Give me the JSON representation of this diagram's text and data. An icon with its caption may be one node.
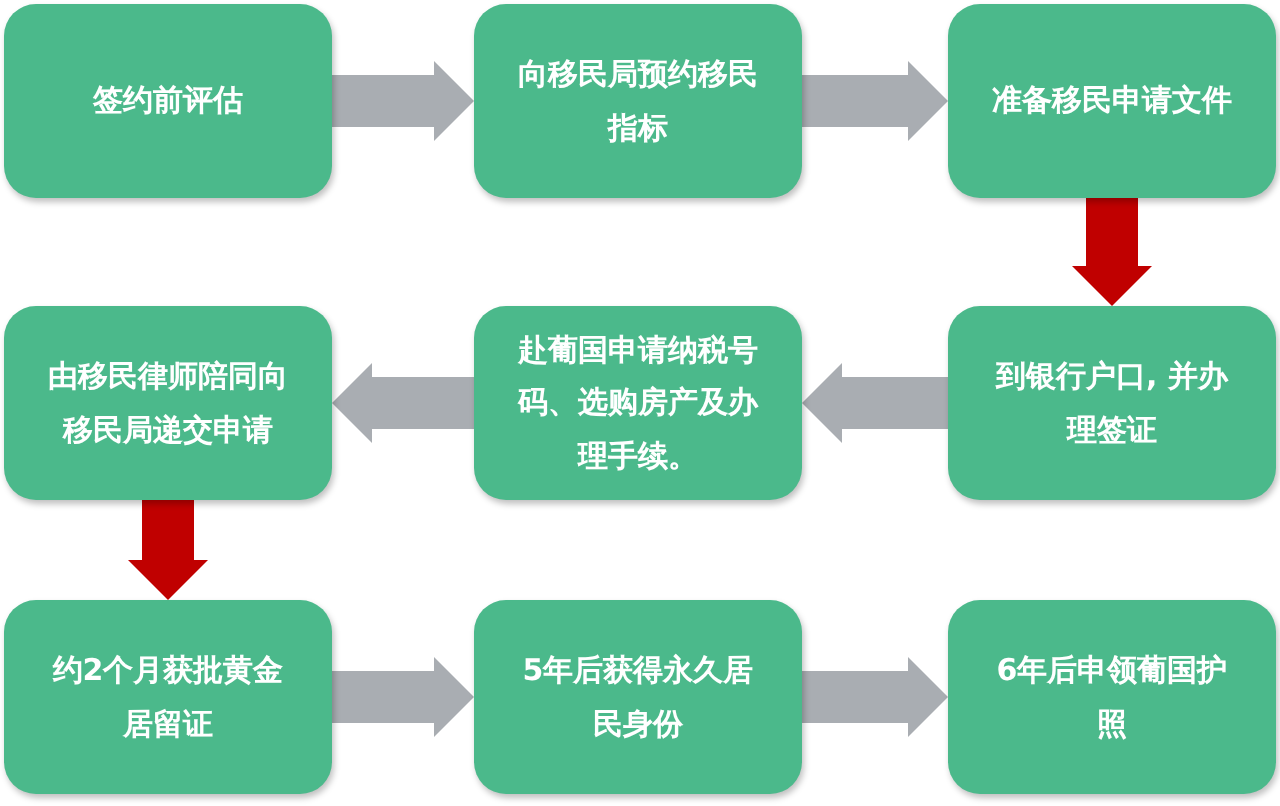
{
  "diagram": {
    "nodes": [
      {
        "text": [
          "签约前评估"
        ]
      },
      {
        "text": [
          "向移民局预约移民指标"
        ]
      },
      {
        "text": [
          "准备移民申请文件"
        ]
      },
      {
        "text": [
          "到银行户口, 并办理签证"
        ]
      },
      {
        "text": [
          "赴葡国申请纳税号码、选购房产及办理手续。"
        ]
      },
      {
        "text": [
          "由移民律师陪同向移民局递交申请"
        ]
      },
      {
        "text": [
          "约2个月获批黄金居留证"
        ]
      },
      {
        "text": [
          "5年后获得永久居民身份"
        ]
      },
      {
        "text": [
          "6年后申领葡国护照"
        ]
      }
    ],
    "edges": [
      {
        "from": 0,
        "to": 1,
        "arrow": "to",
        "style": "thick"
      },
      {
        "from": 1,
        "to": 2,
        "arrow": "to",
        "style": "thick"
      },
      {
        "from": 2,
        "to": 3,
        "arrow": "to",
        "style": "thick",
        "color": "#c00000"
      },
      {
        "from": 3,
        "to": 4,
        "arrow": "to",
        "style": "thick"
      },
      {
        "from": 4,
        "to": 5,
        "arrow": "to",
        "style": "thick"
      },
      {
        "from": 5,
        "to": 6,
        "arrow": "to",
        "style": "thick",
        "color": "#c00000"
      },
      {
        "from": 6,
        "to": 7,
        "arrow": "to",
        "style": "thick"
      },
      {
        "from": 7,
        "to": 8,
        "arrow": "to",
        "style": "thick"
      }
    ]
  }
}
